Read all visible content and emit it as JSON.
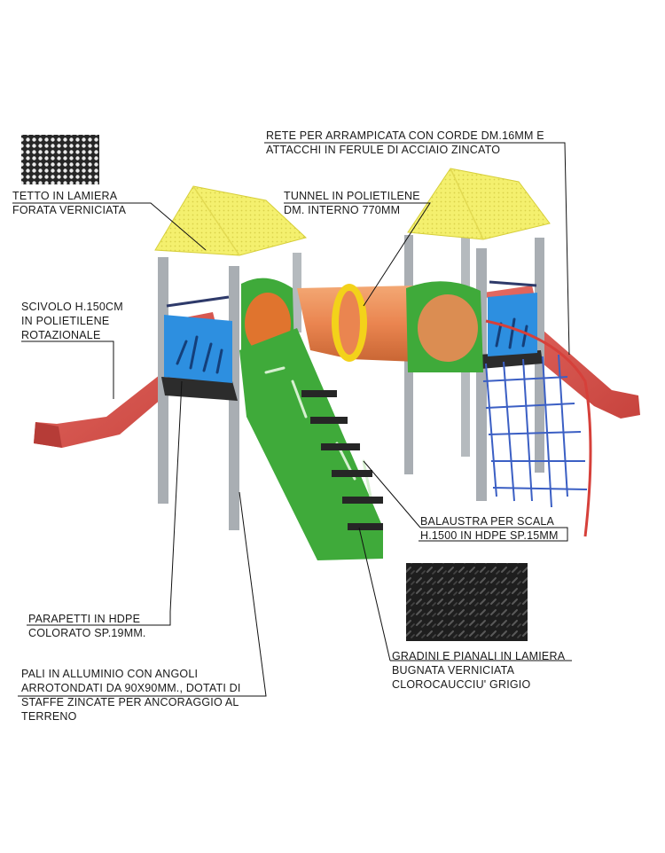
{
  "labels": {
    "roof": [
      "TETTO IN LAMIERA",
      "FORATA VERNICIATA"
    ],
    "tunnel": [
      "TUNNEL IN POLIETILENE",
      "DM. INTERNO 770MM"
    ],
    "net": [
      "RETE PER ARRAMPICATA CON CORDE DM.16MM E",
      "ATTACCHI IN FERULE DI ACCIAIO ZINCATO"
    ],
    "slide": [
      "SCIVOLO H.150CM",
      "IN POLIETILENE",
      "ROTAZIONALE"
    ],
    "balustrade": [
      "BALAUSTRA PER SCALA",
      "H.1500 IN HDPE SP.15MM"
    ],
    "parapets": [
      "PARAPETTI IN HDPE",
      "COLORATO SP.19MM."
    ],
    "steps": [
      "GRADINI E PIANALI IN LAMIERA",
      "BUGNATA VERNICIATA",
      "CLOROCAUCCIU' GRIGIO"
    ],
    "posts": [
      "PALI IN ALLUMINIO CON ANGOLI",
      "ARROTONDATI DA 90X90MM., DOTATI DI",
      "STAFFE ZINCATE PER ANCORAGGIO AL",
      "TERRENO"
    ]
  },
  "colors": {
    "roof": "#f3ef6a",
    "slide": "#d8544f",
    "tunnel": "#ec8a55",
    "tunnel_ring": "#f3d21a",
    "panel_blue": "#2d8fe0",
    "stair_green": "#3faa3a",
    "post_grey": "#a9aeb3",
    "deck_dark": "#2c2c2c",
    "net_blue": "#3b5fc4",
    "net_red": "#d6403a"
  },
  "icons": [
    "perforated-sheet-swatch",
    "checker-plate-swatch"
  ]
}
